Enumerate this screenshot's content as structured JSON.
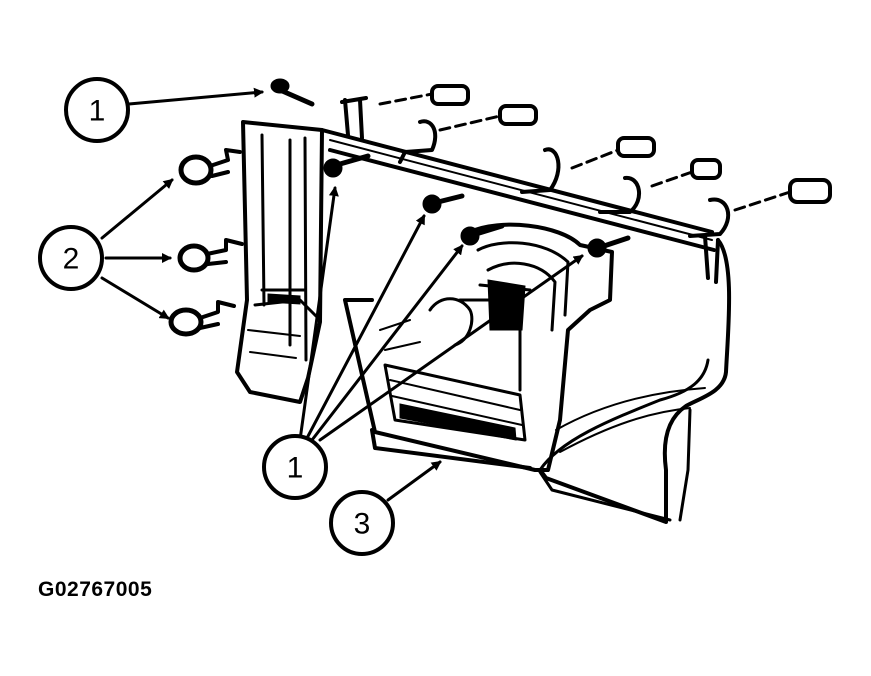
{
  "callouts": [
    {
      "id": "c1-top",
      "label": "1"
    },
    {
      "id": "c2",
      "label": "2"
    },
    {
      "id": "c1-bottom",
      "label": "1"
    },
    {
      "id": "c3",
      "label": "3"
    }
  ],
  "figure_id": "G02767005",
  "colors": {
    "ink": "#000000",
    "background": "#ffffff"
  }
}
